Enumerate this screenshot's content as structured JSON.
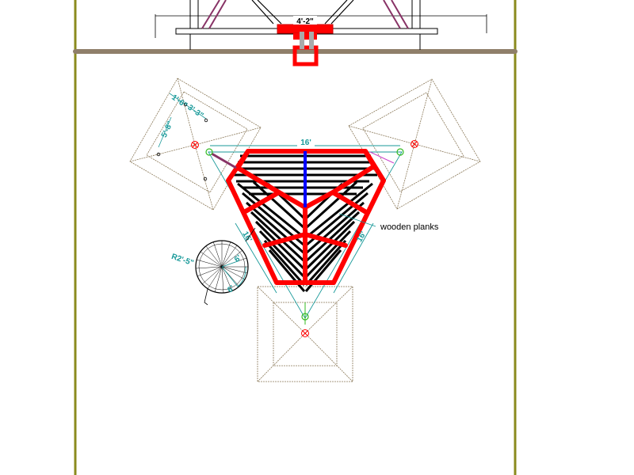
{
  "colors": {
    "background": "#ffffff",
    "border_line": "#8b8b1e",
    "ground_line": "#8f7f6a",
    "frame_red": "#ff0000",
    "center_beam_blue": "#0000ff",
    "planks": "#000000",
    "dimension_teal": "#1a9a9a",
    "roof_outline": "#8a7858",
    "elevation_purple": "#883366",
    "anchor_green": "#33bb22",
    "leader_magenta": "#cc44cc"
  },
  "elevation": {
    "width_label": "4'-2\""
  },
  "deck": {
    "top_label": "16'",
    "left_label": "16'",
    "right_label": "16'",
    "callout_label": "wooden planks"
  },
  "roof_left": {
    "dim_label_a": "1'-6\"",
    "dim_label_b": "3'-3\"",
    "dim_label_c": "5'-8\""
  },
  "stair": {
    "radius_label": "R2'-5\"",
    "step_label": "6'"
  }
}
